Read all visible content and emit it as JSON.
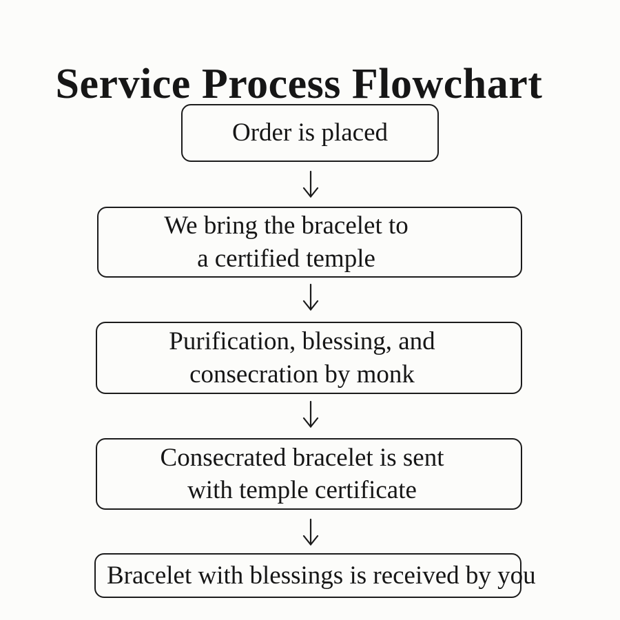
{
  "title": "Service Process Flowchart",
  "colors": {
    "background": "#fcfcfa",
    "ink": "#1a1a1a",
    "text": "#161616"
  },
  "icons": {
    "down_arrow": "↓"
  },
  "steps": [
    {
      "lines": [
        "Order is placed"
      ]
    },
    {
      "lines": [
        "We bring the bracelet to",
        "a certified temple"
      ]
    },
    {
      "lines": [
        "Purification, blessing, and",
        "consecration by monk"
      ]
    },
    {
      "lines": [
        "Consecrated bracelet is sent",
        "with temple certificate"
      ]
    },
    {
      "lines": [
        "Bracelet with blessings is received by you"
      ]
    }
  ]
}
